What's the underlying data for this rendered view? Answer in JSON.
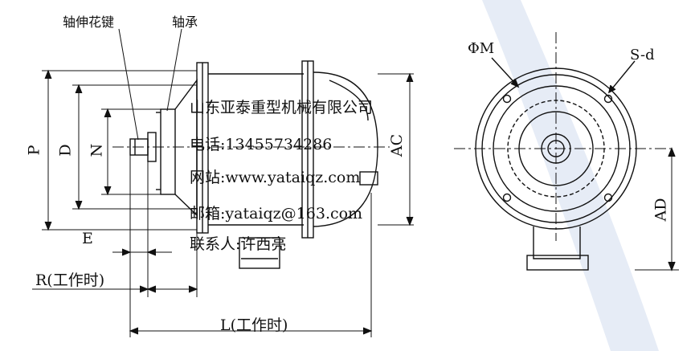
{
  "labels": {
    "spline": "轴伸花键",
    "bearing": "轴承",
    "phi_m": "ΦM",
    "s_d": "S-d",
    "P": "P",
    "D": "D",
    "N": "N",
    "AC": "AC",
    "AD": "AD",
    "E": "E",
    "R": "R(工作时)",
    "L": "L(工作时)"
  },
  "contact": {
    "company": "山东亚泰重型机械有限公司",
    "phone": "电话:13455734286",
    "website": "网站:www.yataiqz.com",
    "email": "邮箱:yataiqz@163.com",
    "person": "联系人:许西亮"
  },
  "colors": {
    "line": "#111111",
    "background_stripe": "#e6ecf6"
  }
}
